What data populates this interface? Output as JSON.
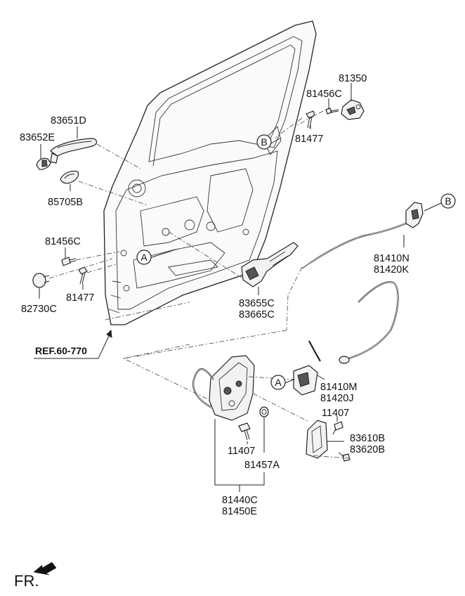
{
  "parts": {
    "p83651D": "83651D",
    "p83652E": "83652E",
    "p85705B": "85705B",
    "p81350": "81350",
    "p81456C_top": "81456C",
    "p81477_top": "81477",
    "p81456C_left": "81456C",
    "p82730C": "82730C",
    "p81477_left": "81477",
    "p83655C": "83655C",
    "p83665C": "83665C",
    "p81410N": "81410N",
    "p81420K": "81420K",
    "p81410M": "81410M",
    "p81420J": "81420J",
    "p11407_right": "11407",
    "p83610B": "83610B",
    "p83620B": "83620B",
    "p11407_left": "11407",
    "p81457A": "81457A",
    "p81440C": "81440C",
    "p81450E": "81450E"
  },
  "reference": "REF.60-770",
  "markers": {
    "a": "A",
    "b": "B"
  },
  "direction_label": "FR."
}
